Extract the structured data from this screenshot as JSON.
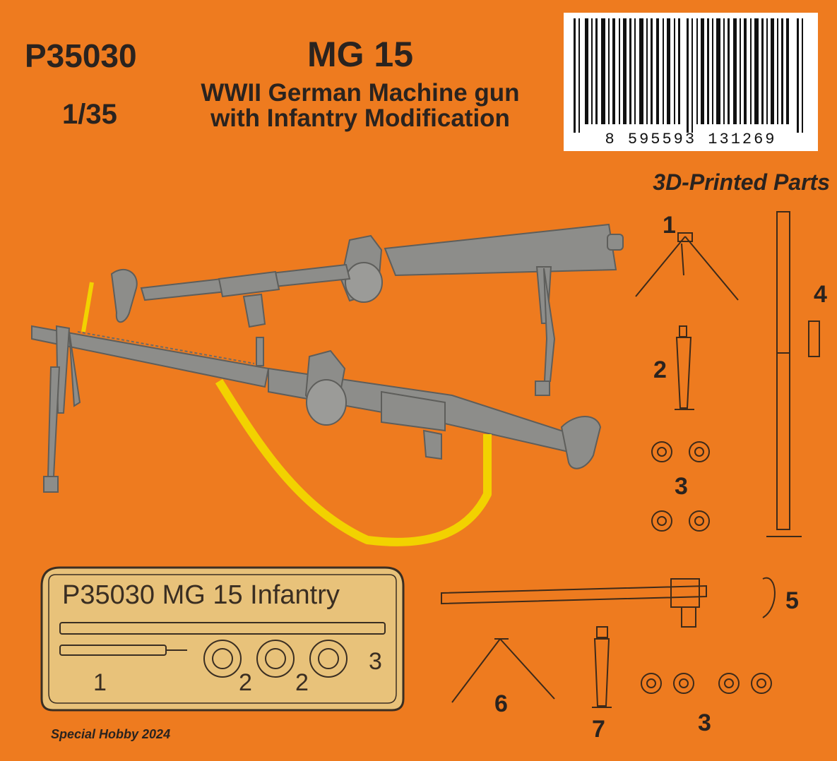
{
  "product": {
    "code": "P35030",
    "scale": "1/35",
    "title": "MG 15",
    "subtitle_line1": "WWII German Machine gun",
    "subtitle_line2": "with Infantry Modification"
  },
  "barcode": {
    "digits": "8 595593 131269"
  },
  "parts_heading": "3D-Printed Parts",
  "part_numbers": [
    "1",
    "2",
    "3",
    "4",
    "5",
    "6",
    "7",
    "3"
  ],
  "fret": {
    "label": "P35030 MG 15 Infantry",
    "numbers": [
      "1",
      "2",
      "2",
      "3"
    ]
  },
  "footer": "Special Hobby 2024",
  "colors": {
    "background": "#ee7b1f",
    "text": "#2a231f",
    "fret": "#e8c27a",
    "sling": "#f2d200",
    "gun": "#8d8d8a"
  }
}
